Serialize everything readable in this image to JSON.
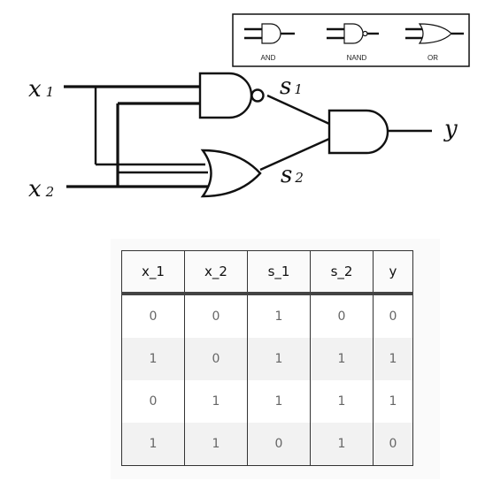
{
  "circuit": {
    "labels": {
      "x1": {
        "var": "x",
        "sub": "1"
      },
      "x2": {
        "var": "x",
        "sub": "2"
      },
      "s1": {
        "var": "s",
        "sub": "1"
      },
      "s2": {
        "var": "s",
        "sub": "2"
      },
      "y": {
        "var": "y"
      }
    },
    "gates": [
      "NAND",
      "OR",
      "AND"
    ]
  },
  "legend": {
    "items": [
      "AND",
      "NAND",
      "OR"
    ]
  },
  "truth_table": {
    "headers": [
      "x_1",
      "x_2",
      "s_1",
      "s_2",
      "y"
    ],
    "rows": [
      [
        "0",
        "0",
        "1",
        "0",
        "0"
      ],
      [
        "1",
        "0",
        "1",
        "1",
        "1"
      ],
      [
        "0",
        "1",
        "1",
        "1",
        "1"
      ],
      [
        "1",
        "1",
        "0",
        "1",
        "0"
      ]
    ]
  }
}
